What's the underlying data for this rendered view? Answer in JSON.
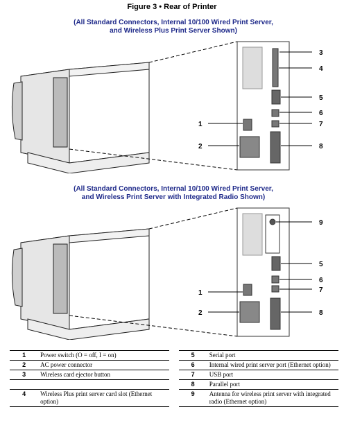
{
  "figure_title": "Figure 3 • Rear of Printer",
  "diagram_top": {
    "caption_line1": "(All Standard Connectors, Internal 10/100 Wired Print Server,",
    "caption_line2": "and Wireless Plus Print Server Shown)",
    "callouts": [
      "1",
      "2",
      "3",
      "4",
      "5",
      "6",
      "7",
      "8"
    ]
  },
  "diagram_bottom": {
    "caption_line1": "(All Standard Connectors, Internal 10/100 Wired Print Server,",
    "caption_line2": "and Wireless Print Server with Integrated Radio Shown)",
    "callouts": [
      "1",
      "2",
      "5",
      "6",
      "7",
      "8",
      "9"
    ]
  },
  "legend": [
    {
      "left_num": "1",
      "left_desc": "Power switch (O = off, I = on)",
      "right_num": "5",
      "right_desc": "Serial port"
    },
    {
      "left_num": "2",
      "left_desc": "AC power connector",
      "right_num": "6",
      "right_desc": "Internal wired print server port (Ethernet option)"
    },
    {
      "left_num": "3",
      "left_desc": "Wireless card ejector button",
      "right_num": "7",
      "right_desc": "USB port"
    },
    {
      "left_num": "",
      "left_desc": "",
      "right_num": "8",
      "right_desc": "Parallel port"
    },
    {
      "left_num": "4",
      "left_desc": "Wireless Plus print server card slot (Ethernet option)",
      "right_num": "9",
      "right_desc": "Antenna for wireless print server with integrated radio (Ethernet option)"
    }
  ]
}
